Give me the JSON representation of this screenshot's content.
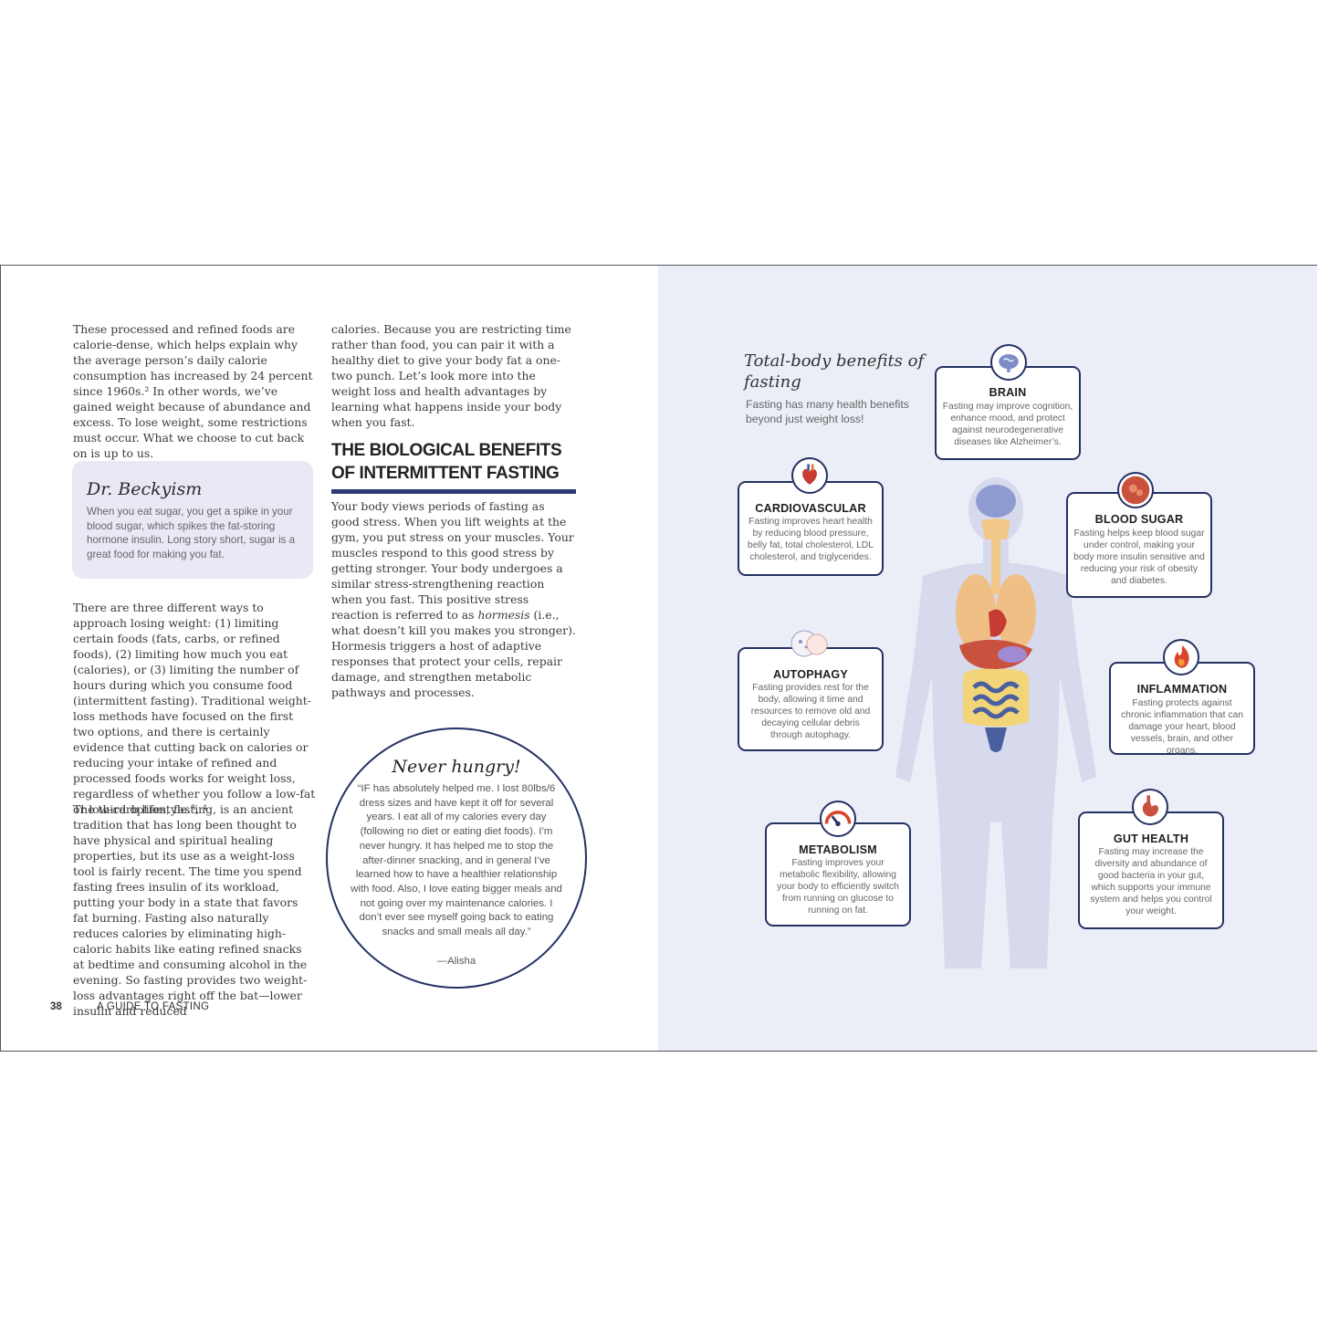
{
  "left_page": {
    "col1_para1": "These processed and refined foods are calorie-dense, which helps explain why the average person’s daily calorie consumption has increased by 24 percent since 1960s.² In other words, we’ve gained weight because of abundance and excess. To lose weight, some restrictions must occur. What we choose to cut back on is up to us.",
    "callout_title": "Dr. Beckyism",
    "callout_text": "When you eat sugar, you get a spike in your blood sugar, which spikes the fat-storing hormone insulin. Long story short, sugar is a great food for making you fat.",
    "col1_para2": "There are three different ways to approach losing weight: (1) limiting certain foods (fats, carbs, or refined foods), (2) limiting how much you eat (calories), or (3) limiting the number of hours during which you consume food (intermittent fasting). Traditional weight-loss methods have focused on the first two options, and there is certainly evidence that cutting back on calories or reducing your intake of refined and processed foods works for weight loss, regardless of whether you follow a low-fat or low-carb lifestyle.³, ⁴",
    "col1_para3": "The third option, fasting, is an ancient tradition that has long been thought to have physical and spiritual healing properties, but its use as a weight-loss tool is fairly recent. The time you spend fasting frees insulin of its workload, putting your body in a state that favors fat burning. Fasting also naturally reduces calories by eliminating high-caloric habits like eating refined snacks at bedtime and consuming alcohol in the evening. So fasting provides two weight-loss advantages right off the bat—lower insulin and reduced",
    "col2_para1": "calories. Because you are restricting time rather than food, you can pair it with a healthy diet to give your body fat a one-two punch. Let’s look more into the weight loss and health advantages by learning what happens inside your body when you fast.",
    "heading": "THE BIOLOGICAL BENEFITS OF INTERMITTENT FASTING",
    "col2_para2_a": "Your body views periods of fasting as good stress. When you lift weights at the gym, you put stress on your muscles. Your muscles respond to this good stress by getting stronger. Your body undergoes a similar stress-strengthening reaction when you fast. This positive stress reaction is referred to as ",
    "col2_para2_em": "hormesis",
    "col2_para2_b": " (i.e., what doesn’t kill you makes you stronger). Hormesis triggers a host of adaptive responses that protect your cells, repair damage, and strengthen metabolic pathways and processes.",
    "quote_title": "Never hungry!",
    "quote_text": "“IF has absolutely helped me. I lost 80lbs/6 dress sizes and have kept it off for several years. I eat all of my calories every day (following no diet or eating diet foods). I’m never hungry. It has helped me to stop the after-dinner snacking, and in general I’ve learned how to have a healthier relationship with food. Also, I love eating bigger meals and not going over my maintenance calories. I don’t ever see myself going back to eating snacks and small meals all day.”",
    "quote_author": "—Alisha",
    "page_number": "38",
    "running_head": "A GUIDE TO FASTING"
  },
  "right_page": {
    "title": "Total-body benefits of fasting",
    "subtitle": "Fasting has many health benefits beyond just weight loss!",
    "cards": {
      "brain": {
        "title": "BRAIN",
        "text": "Fasting may improve cognition, enhance mood, and protect against neurodegenerative diseases like Alzheimer’s."
      },
      "cardio": {
        "title": "CARDIOVASCULAR",
        "text": "Fasting improves heart health by reducing blood pressure, belly fat, total cholesterol, LDL cholesterol, and triglycerides."
      },
      "sugar": {
        "title": "BLOOD SUGAR",
        "text": "Fasting helps keep blood sugar under control, making your body more insulin sensitive and reducing your risk of obesity and diabetes."
      },
      "autophagy": {
        "title": "AUTOPHAGY",
        "text": "Fasting provides rest for the body, allowing it time and resources to remove old and decaying cellular debris through autophagy."
      },
      "inflammation": {
        "title": "INFLAMMATION",
        "text": "Fasting protects against chronic inflammation that can damage your heart, blood vessels, brain, and other organs."
      },
      "metabolism": {
        "title": "METABOLISM",
        "text": "Fasting improves your metabolic flexibility, allowing your body to efficiently switch from running on glucose to running on fat."
      },
      "gut": {
        "title": "GUT HEALTH",
        "text": "Fasting may increase the diversity and abundance of good bacteria in your gut, which supports your immune system and helps you control your weight."
      }
    }
  },
  "colors": {
    "navy": "#243163",
    "panel": "#eceef7",
    "callout": "#e8e9f5"
  }
}
